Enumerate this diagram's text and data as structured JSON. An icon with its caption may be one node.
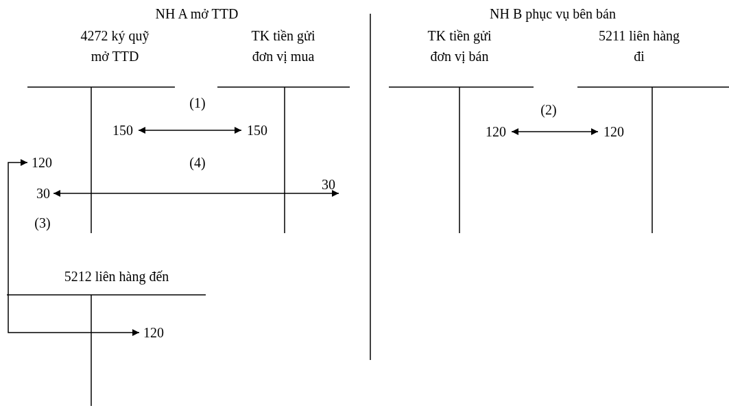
{
  "diagram": {
    "nodes": [
      {
        "text": [
          "150"
        ]
      },
      {
        "text": [
          "150"
        ]
      },
      {
        "text": [
          "120"
        ]
      },
      {
        "text": [
          "120"
        ]
      },
      {
        "text": [
          "120"
        ]
      },
      {
        "text": [
          "30"
        ]
      },
      {
        "text": [
          "30"
        ]
      },
      {
        "text": [
          "120"
        ]
      }
    ],
    "edges": [
      {
        "from": 0,
        "to": 1,
        "arrow": "both"
      },
      {
        "from": 2,
        "to": 3,
        "arrow": "both"
      },
      {
        "from": 5,
        "to": 6,
        "arrow": "both"
      },
      {
        "from": 4,
        "to": 7,
        "arrow": "both"
      }
    ],
    "labels": [
      "NH A mở TTD",
      "NH B phục vụ bên bán",
      "4272 ký quỹ mở TTD",
      "TK tiền gửi đơn vị mua",
      "TK tiền gửi đơn vị bán",
      "5211 liên hàng đi",
      "(1)",
      "(2)",
      "(4)",
      "(3)",
      "5212 liên hàng đến"
    ]
  }
}
